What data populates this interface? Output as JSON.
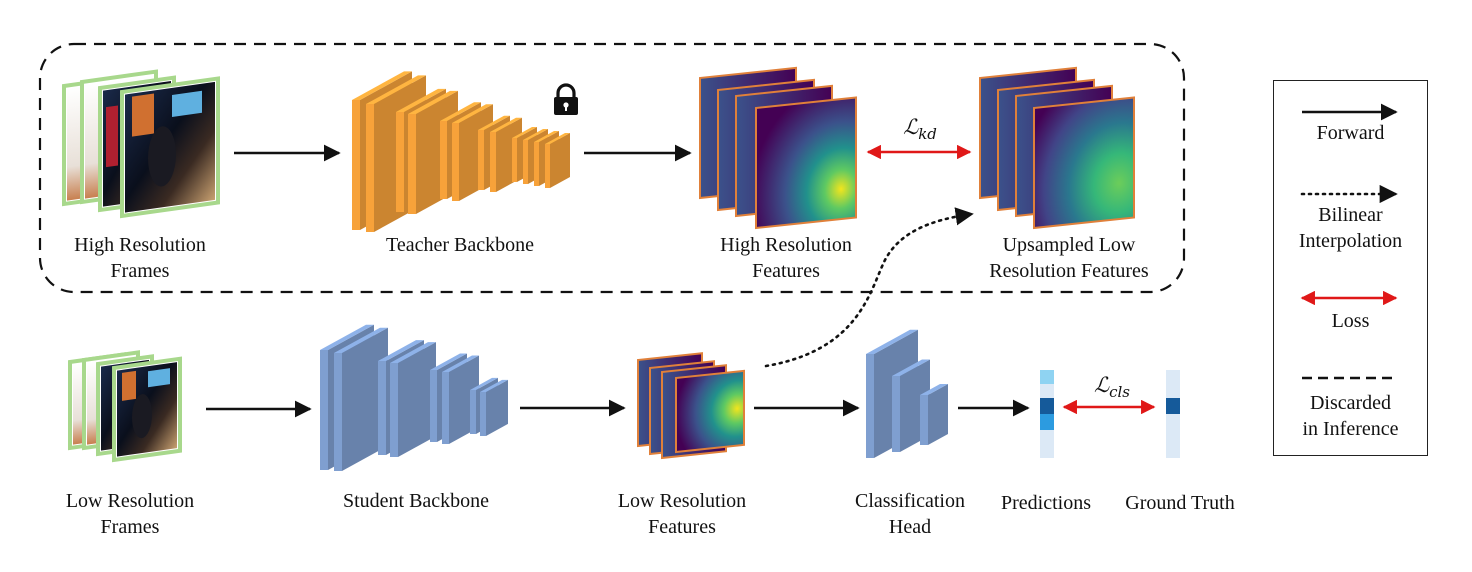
{
  "labels": {
    "hr_frames_1": "High Resolution",
    "hr_frames_2": "Frames",
    "teacher": "Teacher Backbone",
    "hr_features_1": "High Resolution",
    "hr_features_2": "Features",
    "up_features_1": "Upsampled Low",
    "up_features_2": "Resolution Features",
    "lr_frames_1": "Low Resolution",
    "lr_frames_2": "Frames",
    "student": "Student Backbone",
    "lr_features_1": "Low Resolution",
    "lr_features_2": "Features",
    "cls_head_1": "Classification",
    "cls_head_2": "Head",
    "predictions": "Predictions",
    "ground_truth": "Ground Truth"
  },
  "losses": {
    "kd_symbol": "ℒ",
    "kd_sub": "kd",
    "cls_symbol": "ℒ",
    "cls_sub": "cls"
  },
  "legend": {
    "forward": "Forward",
    "bilinear_1": "Bilinear",
    "bilinear_2": "Interpolation",
    "loss": "Loss",
    "discarded_1": "Discarded",
    "discarded_2": "in Inference"
  },
  "icons": {
    "lock": "lock-icon"
  },
  "colors": {
    "teacher": "#f7a23a",
    "student": "#7f9fd0",
    "frame_border": "#a8d88c",
    "feature_border": "#e0803a",
    "loss_arrow": "#e01818",
    "vector_dark": "#155a9a",
    "vector_mid": "#2c9be0",
    "vector_light": "#8fd3f2",
    "vector_pale": "#dce9f6"
  }
}
